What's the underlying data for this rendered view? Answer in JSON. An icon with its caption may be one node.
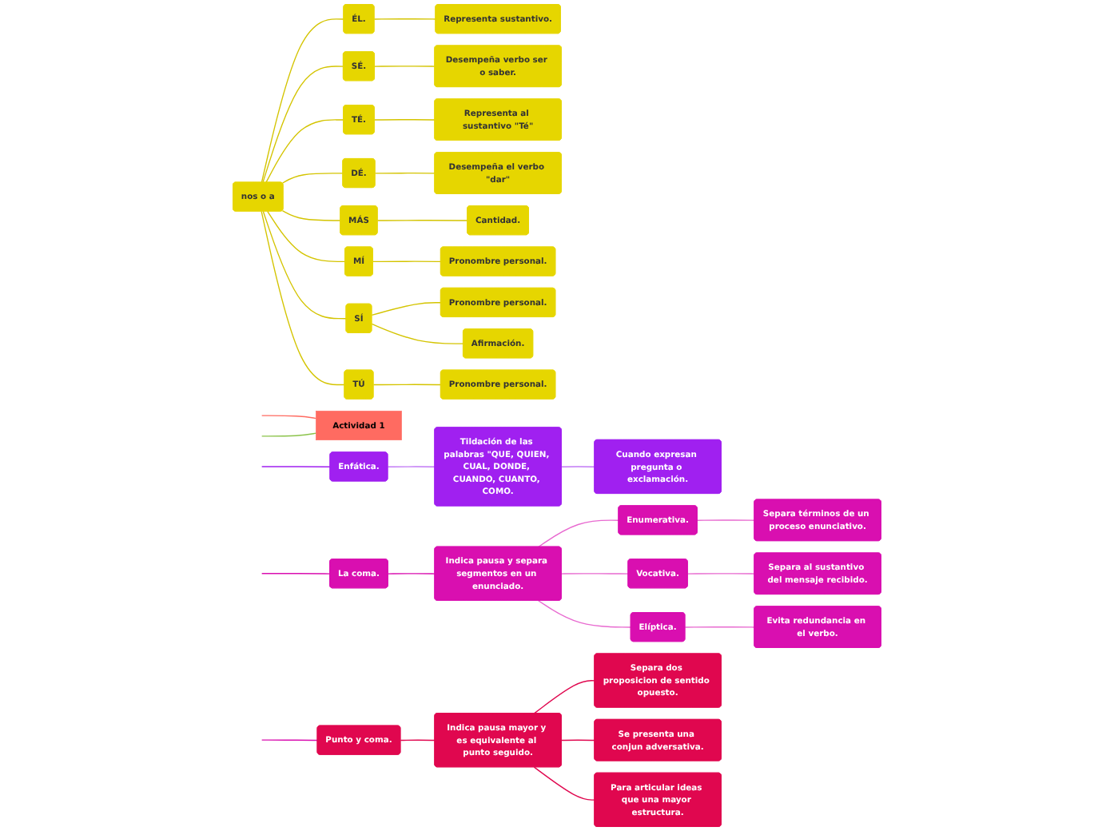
{
  "diagram": {
    "nodes": [
      {
        "text": [
          "Actividad 1"
        ]
      },
      {
        "text": [
          "Enfática."
        ]
      },
      {
        "text": [
          "Tildación de las palabras \"QUE, QUIEN, CUAL, DONDE, CUANDO, CUANTO, COMO."
        ]
      },
      {
        "text": [
          "Cuando expresan pregunta o exclamación."
        ]
      },
      {
        "text": [
          "nos o a"
        ]
      },
      {
        "text": [
          "ÉL."
        ]
      },
      {
        "text": [
          "Representa sustantivo."
        ]
      },
      {
        "text": [
          "SÉ."
        ]
      },
      {
        "text": [
          "Desempeña verbo ser o saber."
        ]
      },
      {
        "text": [
          "TÉ."
        ]
      },
      {
        "text": [
          "Representa al sustantivo \"Té\""
        ]
      },
      {
        "text": [
          "DÉ."
        ]
      },
      {
        "text": [
          "Desempeña el verbo \"dar\""
        ]
      },
      {
        "text": [
          "MÁS"
        ]
      },
      {
        "text": [
          "Cantidad."
        ]
      },
      {
        "text": [
          "MÍ"
        ]
      },
      {
        "text": [
          "Pronombre personal."
        ]
      },
      {
        "text": [
          "SÍ"
        ]
      },
      {
        "text": [
          "Pronombre personal."
        ]
      },
      {
        "text": [
          "Afirmación."
        ]
      },
      {
        "text": [
          "TÚ"
        ]
      },
      {
        "text": [
          "Pronombre personal."
        ]
      },
      {
        "text": [
          "La coma."
        ]
      },
      {
        "text": [
          "Indica pausa y separa segmentos en un enunciado."
        ]
      },
      {
        "text": [
          "Enumerativa."
        ]
      },
      {
        "text": [
          "Separa términos de un proceso enunciativo."
        ]
      },
      {
        "text": [
          "Vocativa."
        ]
      },
      {
        "text": [
          "Separa al sustantivo del mensaje recibido."
        ]
      },
      {
        "text": [
          "Elíptica."
        ]
      },
      {
        "text": [
          "Evita redundancia en el verbo."
        ]
      },
      {
        "text": [
          "Punto y coma."
        ]
      },
      {
        "text": [
          "Indica pausa mayor y es equivalente al punto seguido."
        ]
      },
      {
        "text": [
          "Separa dos proposicion de sentido opuesto."
        ]
      },
      {
        "text": [
          "Se presenta una conjun adversativa."
        ]
      },
      {
        "text": [
          "Para articular ideas que una mayor estructura."
        ]
      }
    ],
    "edges": [
      {
        "from": 0,
        "to": null,
        "arrow": "none",
        "color": "#ff6b61"
      },
      {
        "from": 0,
        "to": null,
        "arrow": "none",
        "color": "#8bc34a"
      },
      {
        "from": null,
        "to": 1,
        "arrow": "none",
        "color": "#a020f0"
      },
      {
        "from": 1,
        "to": 2,
        "arrow": "none",
        "color": "#c27af5"
      },
      {
        "from": 2,
        "to": 3,
        "arrow": "none",
        "color": "#c27af5"
      },
      {
        "from": 4,
        "to": 5,
        "arrow": "none"
      },
      {
        "from": 4,
        "to": 7,
        "arrow": "none"
      },
      {
        "from": 4,
        "to": 9,
        "arrow": "none"
      },
      {
        "from": 4,
        "to": 11,
        "arrow": "none"
      },
      {
        "from": 4,
        "to": 13,
        "arrow": "none"
      },
      {
        "from": 4,
        "to": 15,
        "arrow": "none"
      },
      {
        "from": 4,
        "to": 17,
        "arrow": "none"
      },
      {
        "from": 4,
        "to": 20,
        "arrow": "none"
      },
      {
        "from": 5,
        "to": 6,
        "arrow": "none"
      },
      {
        "from": 7,
        "to": 8,
        "arrow": "none"
      },
      {
        "from": 9,
        "to": 10,
        "arrow": "none"
      },
      {
        "from": 11,
        "to": 12,
        "arrow": "none"
      },
      {
        "from": 13,
        "to": 14,
        "arrow": "none"
      },
      {
        "from": 15,
        "to": 16,
        "arrow": "none"
      },
      {
        "from": 17,
        "to": 18,
        "arrow": "none"
      },
      {
        "from": 17,
        "to": 19,
        "arrow": "none"
      },
      {
        "from": 20,
        "to": 21,
        "arrow": "none"
      },
      {
        "from": null,
        "to": 22,
        "arrow": "none",
        "color": "#d90fb0"
      },
      {
        "from": 22,
        "to": 23,
        "arrow": "none",
        "color": "#d90fb0"
      },
      {
        "from": 23,
        "to": 24,
        "arrow": "none",
        "color": "#e86ad0"
      },
      {
        "from": 24,
        "to": 25,
        "arrow": "none",
        "color": "#e86ad0"
      },
      {
        "from": 23,
        "to": 26,
        "arrow": "none",
        "color": "#e86ad0"
      },
      {
        "from": 26,
        "to": 27,
        "arrow": "none",
        "color": "#e86ad0"
      },
      {
        "from": 23,
        "to": 28,
        "arrow": "none",
        "color": "#e86ad0"
      },
      {
        "from": 28,
        "to": 29,
        "arrow": "none",
        "color": "#e86ad0"
      },
      {
        "from": null,
        "to": 30,
        "arrow": "none",
        "color": "#d90fb0"
      },
      {
        "from": 30,
        "to": 31,
        "arrow": "none",
        "color": "#e0074f"
      },
      {
        "from": 31,
        "to": 32,
        "arrow": "none",
        "color": "#e0074f"
      },
      {
        "from": 31,
        "to": 33,
        "arrow": "none",
        "color": "#e0074f"
      },
      {
        "from": 31,
        "to": 34,
        "arrow": "none",
        "color": "#e0074f"
      }
    ]
  }
}
